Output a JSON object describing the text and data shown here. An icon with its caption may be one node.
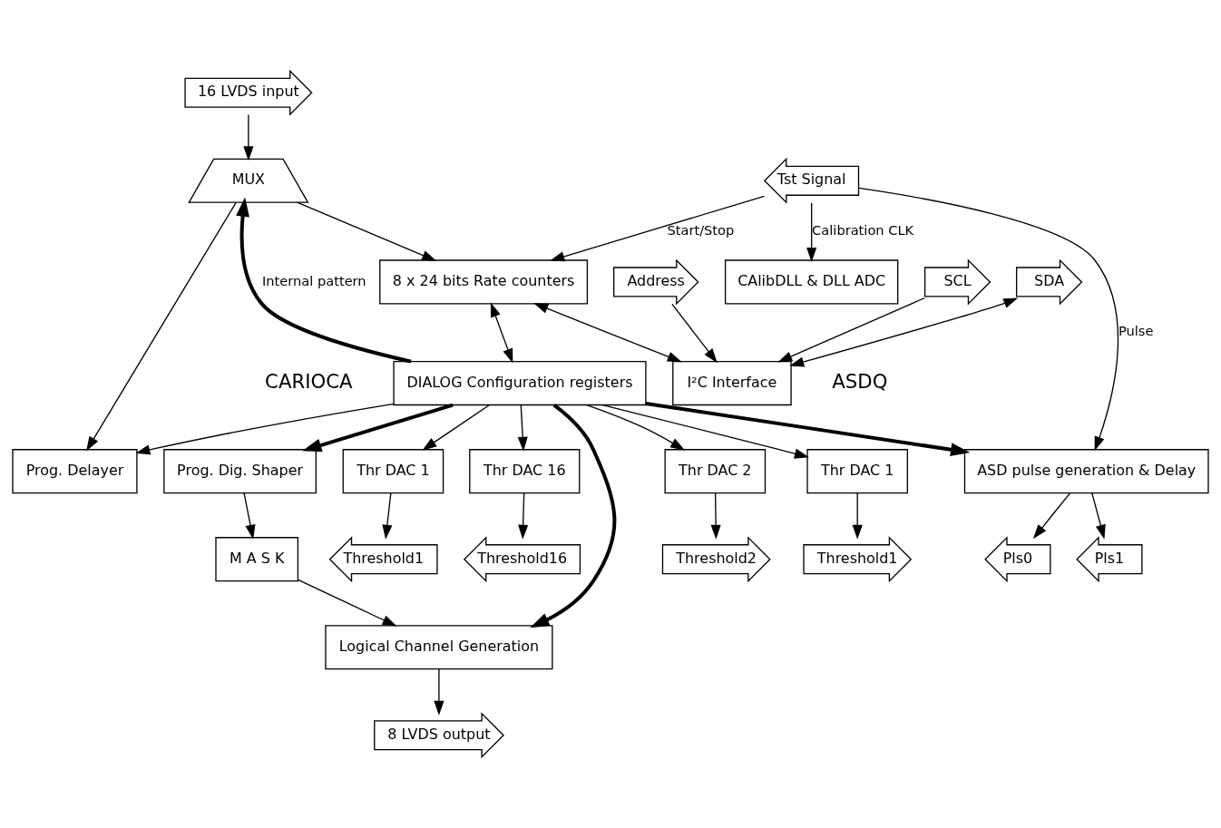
{
  "diagram": {
    "nodes": [
      {
        "text": [
          "16 LVDS input"
        ]
      },
      {
        "text": [
          "MUX"
        ]
      },
      {
        "text": [
          "Prog. Delayer"
        ]
      },
      {
        "text": [
          "Prog. Dig. Shaper"
        ]
      },
      {
        "text": [
          "CAlibDLL & DLL ADC"
        ]
      },
      {
        "text": [
          "M A S K"
        ]
      },
      {
        "text": [
          "Logical Channel Generation"
        ]
      },
      {
        "text": [
          "8 LVDS output"
        ]
      },
      {
        "text": [
          "8 x 24 bits Rate counters"
        ]
      },
      {
        "text": [
          "SCL"
        ]
      },
      {
        "text": [
          "SDA"
        ]
      },
      {
        "text": [
          "I²C Interface"
        ]
      },
      {
        "text": [
          "DIALOG Configuration registers"
        ]
      },
      {
        "text": [
          "Tst Signal"
        ]
      },
      {
        "text": [
          "Address"
        ]
      },
      {
        "text": [
          "ASD pulse generation & Delay"
        ]
      },
      {
        "text": [
          "Pls0"
        ]
      },
      {
        "text": [
          "Pls1"
        ]
      },
      {
        "text": [
          "Thr DAC 1"
        ]
      },
      {
        "text": [
          "Thr DAC 16"
        ]
      },
      {
        "text": [
          "Thr DAC 1"
        ]
      },
      {
        "text": [
          "Thr DAC 2"
        ]
      },
      {
        "text": [
          "Threshold1"
        ]
      },
      {
        "text": [
          "Threshold16"
        ]
      },
      {
        "text": [
          "Threshold1"
        ]
      },
      {
        "text": [
          "Threshold2"
        ]
      }
    ],
    "edges": [
      {
        "from": 0,
        "to": 1,
        "arrow": "to"
      },
      {
        "from": 1,
        "to": 2,
        "arrow": "to"
      },
      {
        "from": 3,
        "to": 5,
        "arrow": "to"
      },
      {
        "from": 5,
        "to": 6,
        "arrow": "to"
      },
      {
        "from": 6,
        "to": 7,
        "arrow": "to"
      },
      {
        "from": 12,
        "to": 1,
        "arrow": "to",
        "label": "Internal pattern",
        "style": "thick"
      },
      {
        "from": 12,
        "to": 2,
        "arrow": "to"
      },
      {
        "from": 12,
        "to": 3,
        "arrow": "to",
        "style": "thick"
      },
      {
        "from": 12,
        "to": 6,
        "arrow": "to",
        "style": "thick"
      },
      {
        "from": 1,
        "to": 8,
        "arrow": "to"
      },
      {
        "from": 13,
        "to": 4,
        "arrow": "to",
        "label": "Calibration CLK"
      },
      {
        "from": 13,
        "to": 8,
        "arrow": "to",
        "label": "Start/Stop"
      },
      {
        "from": 13,
        "to": 15,
        "arrow": "to",
        "label": "Pulse"
      },
      {
        "from": 12,
        "to": 15,
        "arrow": "to",
        "style": "thick"
      },
      {
        "from": 8,
        "to": 11,
        "arrow": "both"
      },
      {
        "from": 8,
        "to": 12,
        "arrow": "both"
      },
      {
        "from": 9,
        "to": 11,
        "arrow": "to"
      },
      {
        "from": 10,
        "to": 11,
        "arrow": "both"
      },
      {
        "from": 14,
        "to": 11,
        "arrow": "to"
      },
      {
        "from": 15,
        "to": 16,
        "arrow": "to"
      },
      {
        "from": 15,
        "to": 17,
        "arrow": "to"
      },
      {
        "from": 12,
        "to": 18,
        "arrow": "to"
      },
      {
        "from": 12,
        "to": 19,
        "arrow": "to"
      },
      {
        "from": 12,
        "to": 20,
        "arrow": "to"
      },
      {
        "from": 12,
        "to": 21,
        "arrow": "to"
      },
      {
        "from": 18,
        "to": 22,
        "arrow": "to"
      },
      {
        "from": 19,
        "to": 23,
        "arrow": "to"
      },
      {
        "from": 20,
        "to": 24,
        "arrow": "to"
      },
      {
        "from": 21,
        "to": 25,
        "arrow": "to"
      }
    ],
    "labels": [
      "CARIOCA",
      "ASDQ"
    ]
  }
}
